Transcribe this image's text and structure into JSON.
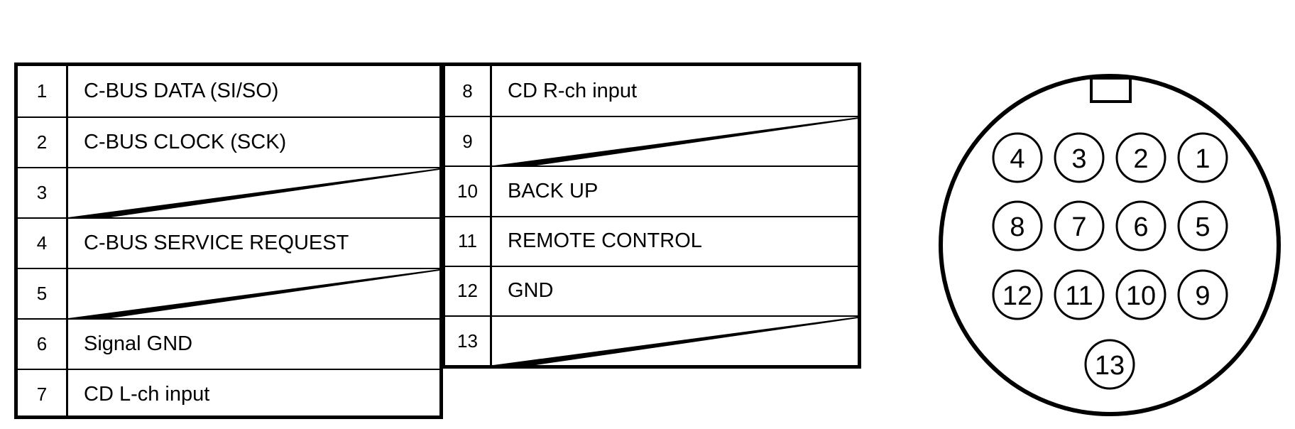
{
  "pin_table_left": [
    {
      "pin": "1",
      "signal": "C-BUS DATA (SI/SO)"
    },
    {
      "pin": "2",
      "signal": "C-BUS CLOCK (SCK)"
    },
    {
      "pin": "3",
      "signal": ""
    },
    {
      "pin": "4",
      "signal": "C-BUS SERVICE REQUEST"
    },
    {
      "pin": "5",
      "signal": ""
    },
    {
      "pin": "6",
      "signal": "Signal GND"
    },
    {
      "pin": "7",
      "signal": "CD L-ch input"
    }
  ],
  "pin_table_right": [
    {
      "pin": "8",
      "signal": "CD R-ch input"
    },
    {
      "pin": "9",
      "signal": ""
    },
    {
      "pin": "10",
      "signal": "BACK UP"
    },
    {
      "pin": "11",
      "signal": "REMOTE CONTROL"
    },
    {
      "pin": "12",
      "signal": "GND"
    },
    {
      "pin": "13",
      "signal": ""
    }
  ],
  "connector": {
    "rows": [
      [
        "4",
        "3",
        "2",
        "1"
      ],
      [
        "8",
        "7",
        "6",
        "5"
      ],
      [
        "12",
        "11",
        "10",
        "9"
      ],
      [
        "13"
      ]
    ]
  }
}
